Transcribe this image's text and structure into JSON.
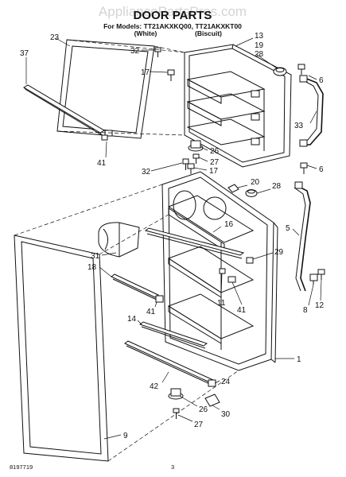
{
  "watermark": "AppliancePartsPros.com",
  "title": "DOOR PARTS",
  "models": {
    "line1": "For Models: TT21AKXKQ00, TT21AKXKT00",
    "white": "(White)",
    "biscuit": "(Biscuit)"
  },
  "callouts": [
    "23",
    "37",
    "32",
    "17",
    "13",
    "19",
    "28",
    "6",
    "33",
    "26",
    "27",
    "41",
    "32",
    "17",
    "6",
    "20",
    "28",
    "16",
    "5",
    "31",
    "29",
    "18",
    "11",
    "41",
    "41",
    "12",
    "8",
    "14",
    "1",
    "42",
    "24",
    "26",
    "30",
    "27",
    "9"
  ],
  "footer": {
    "doc_number": "8197719",
    "page_number": "3"
  }
}
